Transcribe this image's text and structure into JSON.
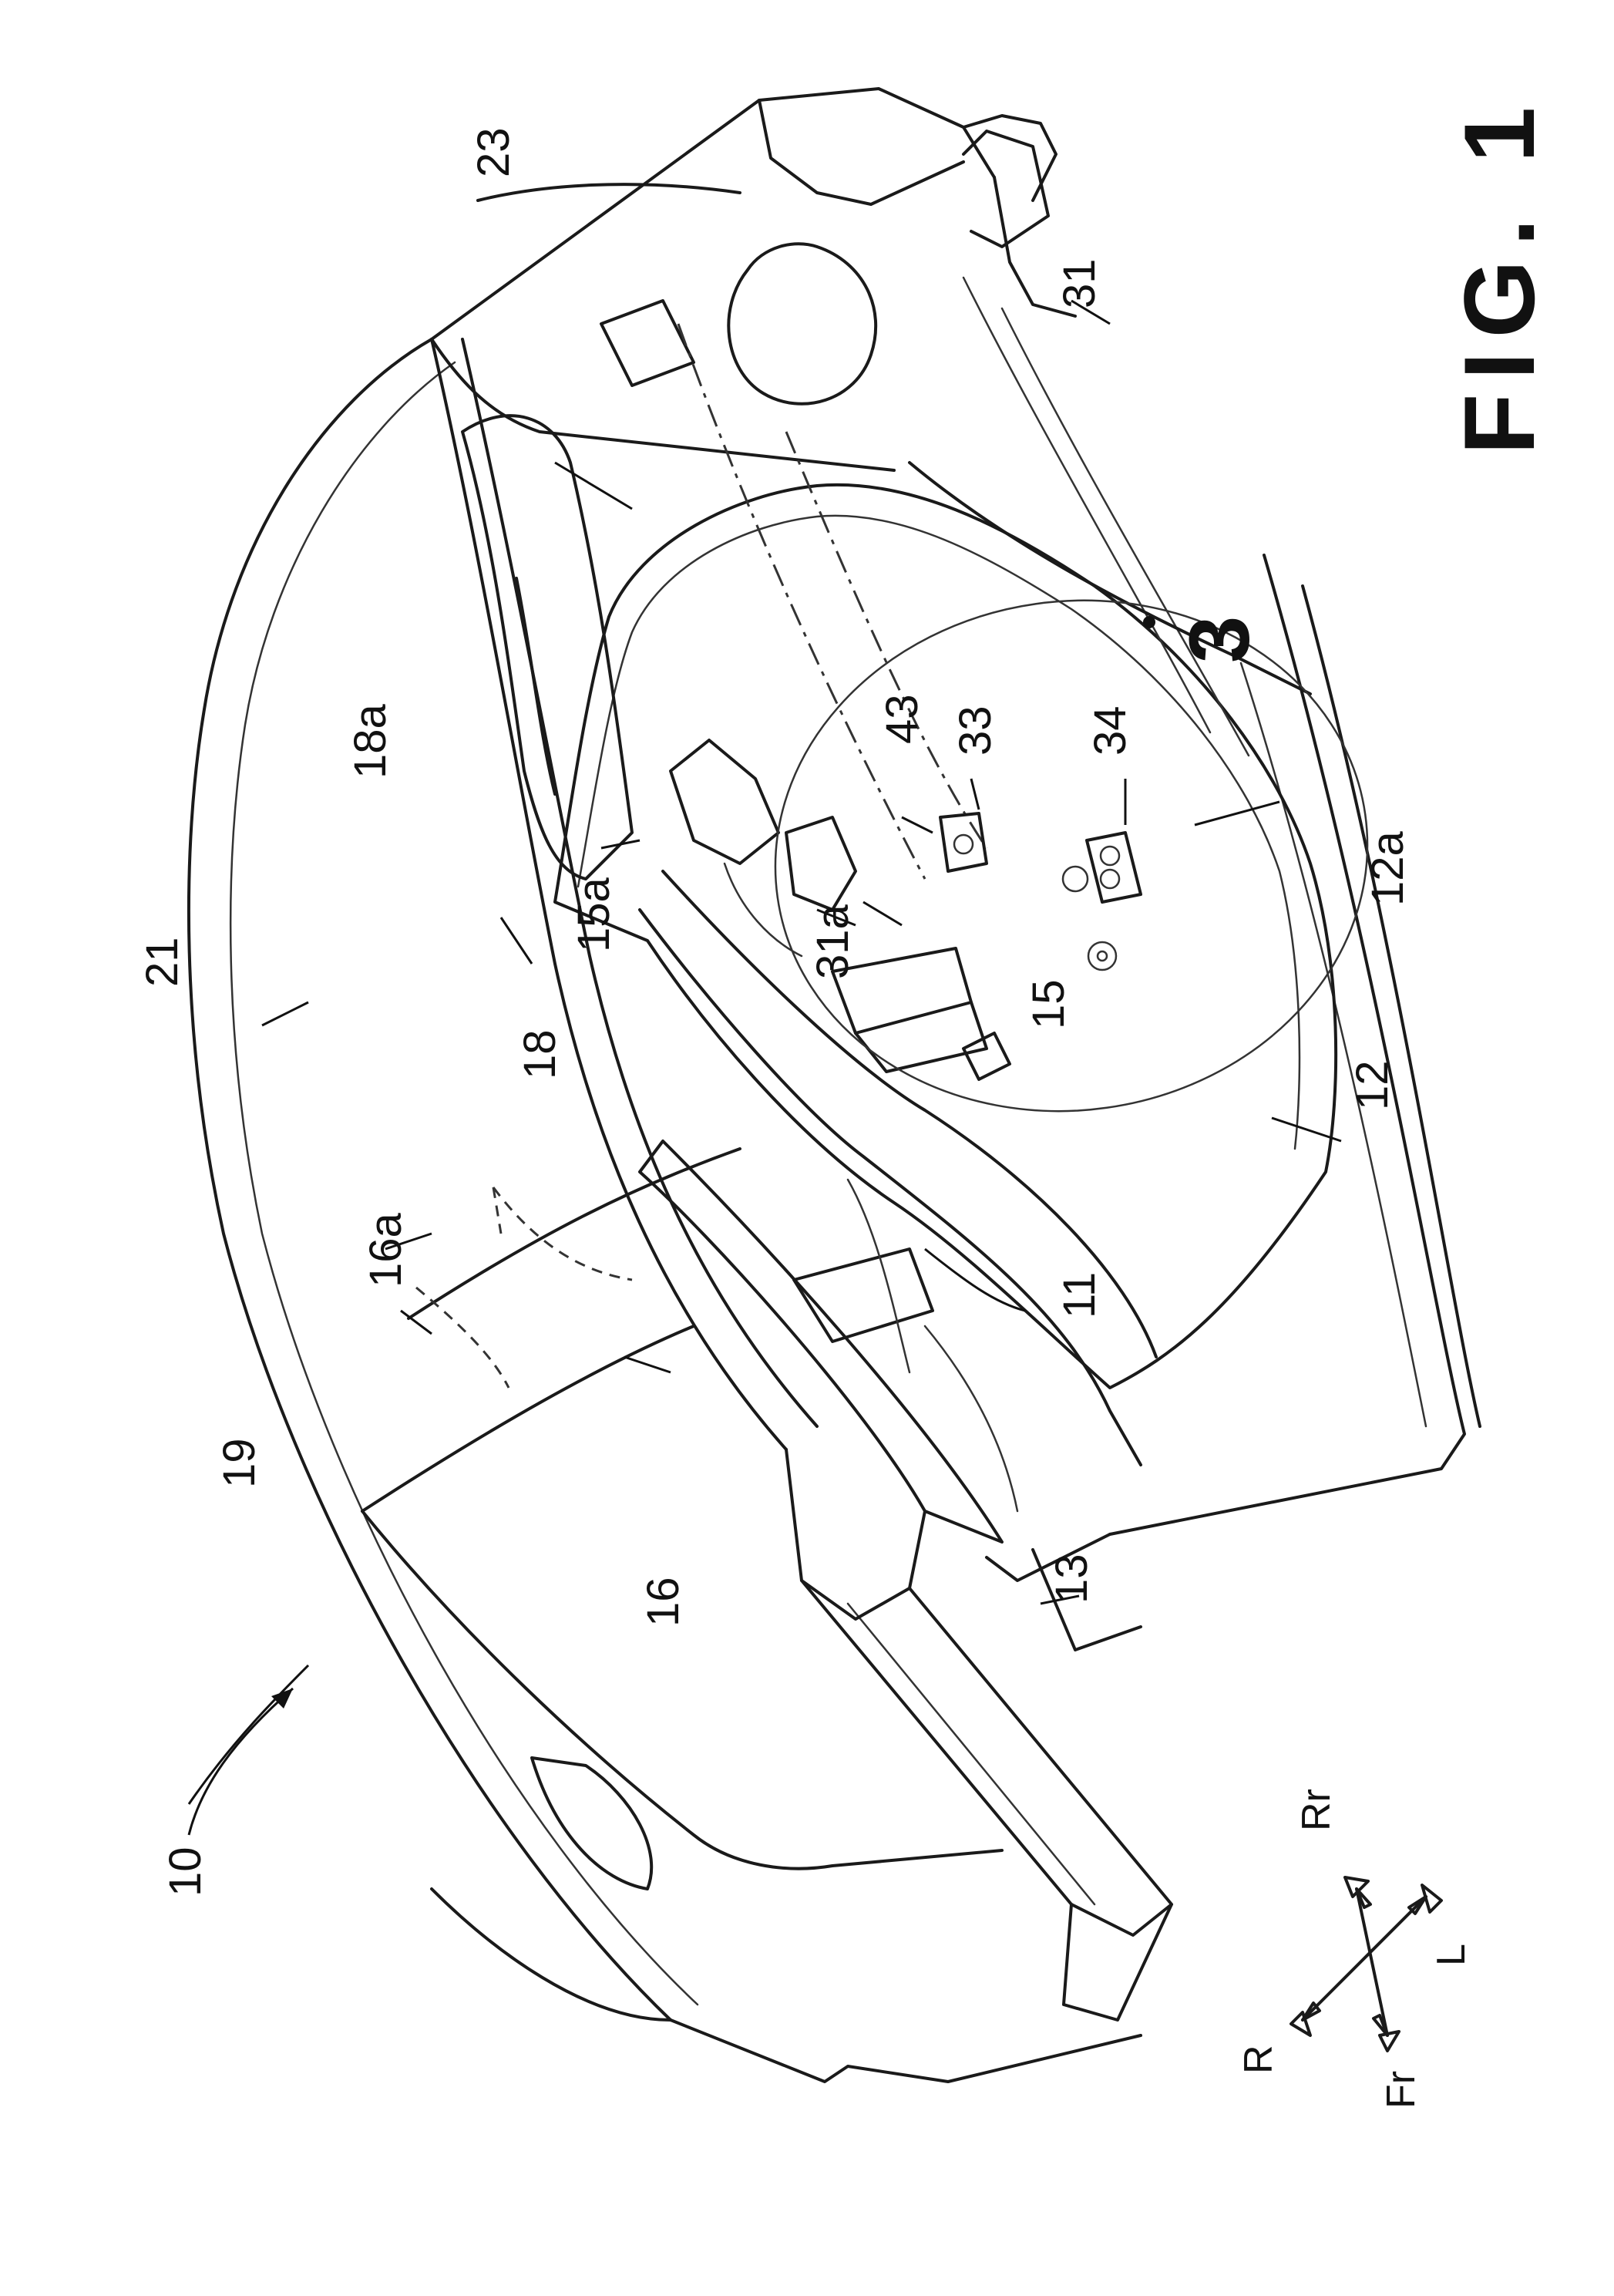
{
  "figure": {
    "title": "FIG. 1",
    "detail_marker": "3"
  },
  "labels": {
    "l10": "10",
    "l11": "11",
    "l12": "12",
    "l12a": "12a",
    "l13": "13",
    "l15": "15",
    "l15a": "15a",
    "l16": "16",
    "l16a": "16a",
    "l18": "18",
    "l18a": "18a",
    "l19": "19",
    "l21": "21",
    "l23": "23",
    "l31": "31",
    "l31a": "31a",
    "l33": "33",
    "l34": "34",
    "l43": "43"
  },
  "directions": {
    "rr": "Rr",
    "l": "L",
    "r": "R",
    "fr": "Fr"
  }
}
